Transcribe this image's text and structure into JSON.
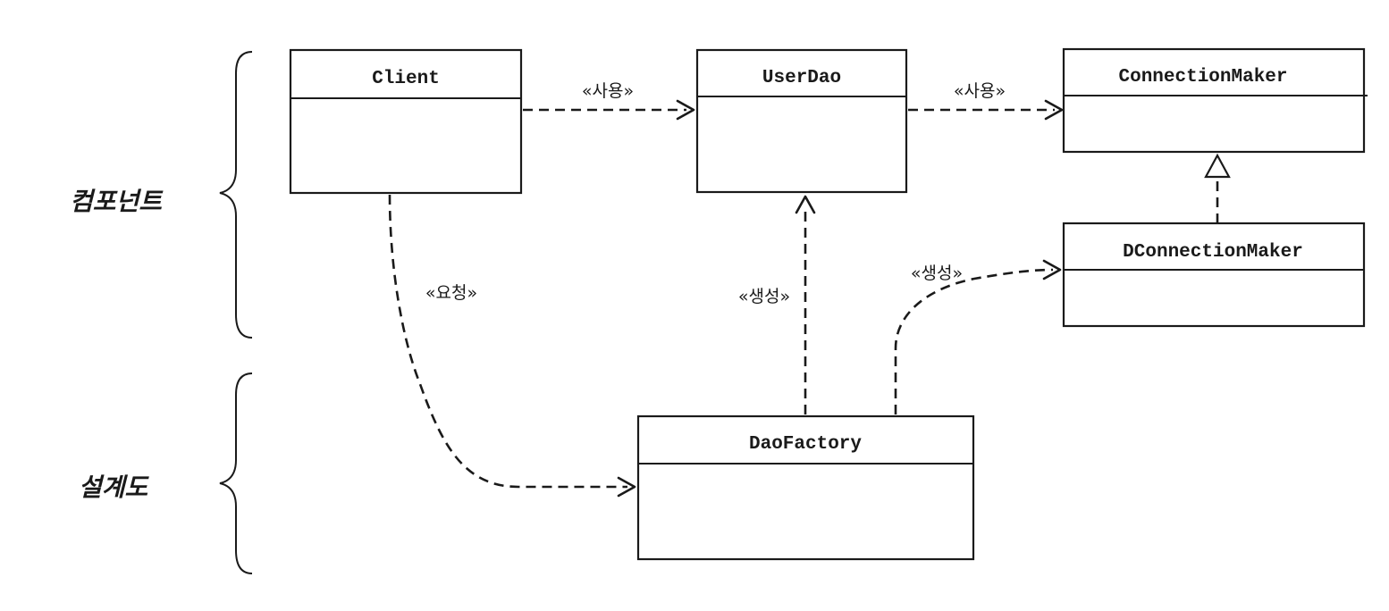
{
  "groups": {
    "components": "컴포넌트",
    "blueprint": "설계도"
  },
  "classes": {
    "client": "Client",
    "user_dao": "UserDao",
    "connection_maker": "ConnectionMaker",
    "d_connection_maker": "DConnectionMaker",
    "dao_factory": "DaoFactory"
  },
  "relations": {
    "client_uses_userdao": "«사용»",
    "userdao_uses_connectionmaker": "«사용»",
    "client_requests_daofactory": "«요청»",
    "daofactory_creates_userdao": "«생성»",
    "daofactory_creates_dconnectionmaker": "«생성»"
  }
}
